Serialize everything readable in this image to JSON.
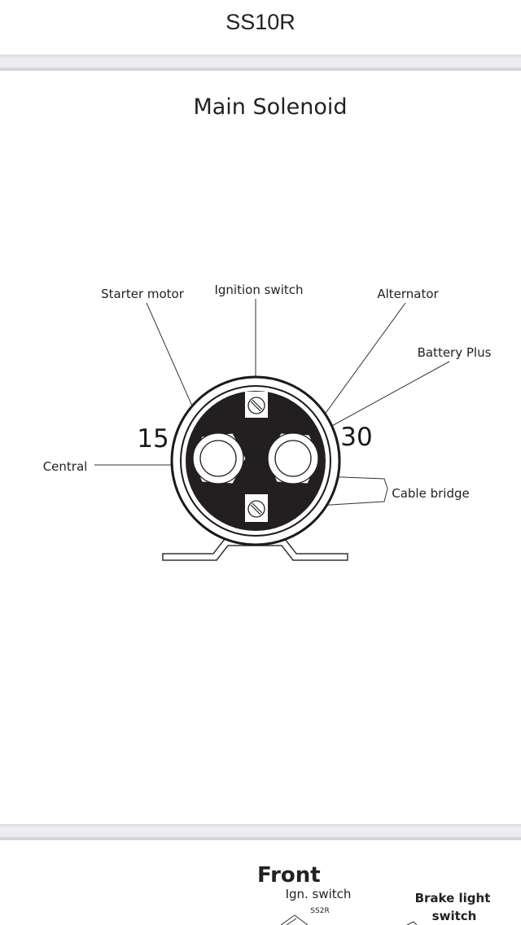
{
  "header": {
    "title": "SS10R"
  },
  "diagram": {
    "title": "Main Solenoid",
    "labels": {
      "starter_motor": "Starter motor",
      "ignition_switch": "Ignition switch",
      "alternator": "Alternator",
      "battery_plus": "Battery Plus",
      "central": "Central",
      "cable_bridge": "Cable bridge",
      "terminal_15": "15",
      "terminal_30": "30"
    }
  },
  "next": {
    "title": "Front",
    "ign_switch": "Ign. switch",
    "ign_sub": "SS2R",
    "brake_line1": "Brake light",
    "brake_line2": "switch"
  }
}
